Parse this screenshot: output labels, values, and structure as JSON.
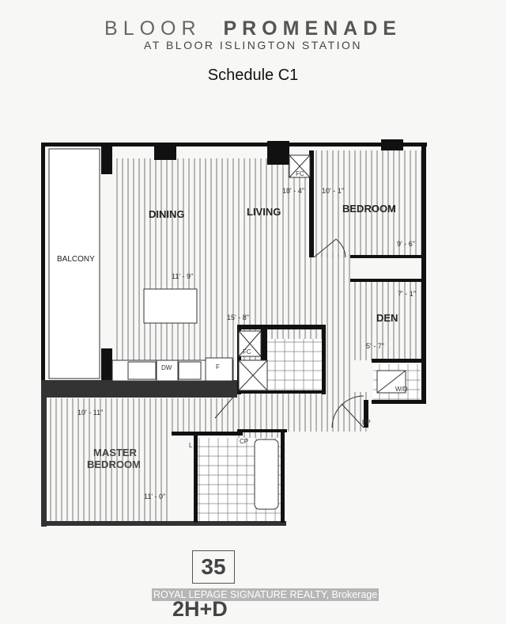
{
  "header": {
    "title_light": "BLOOR",
    "title_bold": "PROMENADE",
    "subtitle": "AT BLOOR ISLINGTON STATION",
    "schedule": "Schedule C1"
  },
  "plan": {
    "rooms": {
      "balcony": "BALCONY",
      "dining": "DINING",
      "living": "LIVING",
      "bedroom": "BEDROOM",
      "den": "DEN",
      "master_line1": "MASTER",
      "master_line2": "BEDROOM"
    },
    "dimensions": {
      "living_width": "18' - 4\"",
      "bedroom_width": "10' - 1\"",
      "bedroom_depth": "9' - 6\"",
      "dining_width": "11' - 9\"",
      "living_depth": "15' - 8\"",
      "den_depth": "7' - 1\"",
      "den_width": "5' - 7\"",
      "master_width": "10' - 11\"",
      "master_depth": "11' - 0\""
    },
    "fixtures": {
      "fc": "FC",
      "dw": "DW",
      "fridge": "F",
      "wd": "W/D",
      "linen": "L",
      "cp": "CP",
      "ep": "EP"
    }
  },
  "footer": {
    "unit_number": "35",
    "unit_type": "2H+D",
    "watermark": "ROYAL LEPAGE SIGNATURE REALTY, Brokerage"
  }
}
